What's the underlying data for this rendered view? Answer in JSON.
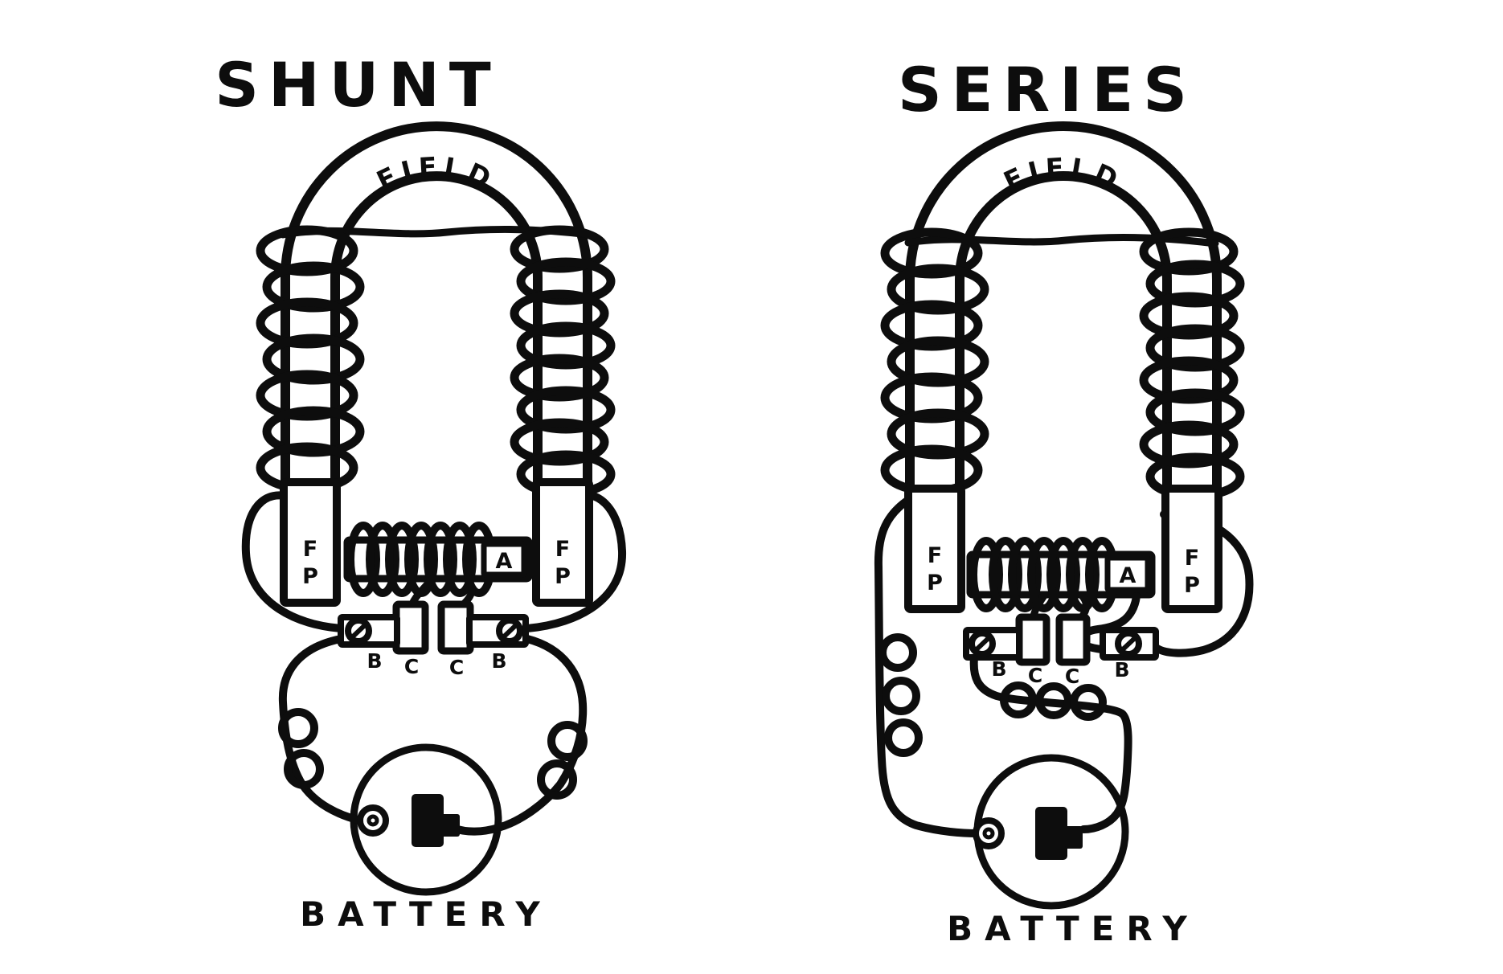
{
  "canvas": {
    "background": "#ffffff",
    "ink": "#0d0d0d"
  },
  "diagrams": [
    {
      "title": "SHUNT",
      "field_label": "FIELD",
      "pole_f": "F",
      "pole_p": "P",
      "armature_label": "A",
      "terminals": [
        "B",
        "C",
        "C",
        "B"
      ],
      "battery_label": "BATTERY"
    },
    {
      "title": "SERIES",
      "field_label": "FIELD",
      "pole_f": "F",
      "pole_p": "P",
      "armature_label": "A",
      "terminals": [
        "B",
        "C",
        "C",
        "B"
      ],
      "battery_label": "BATTERY"
    }
  ]
}
